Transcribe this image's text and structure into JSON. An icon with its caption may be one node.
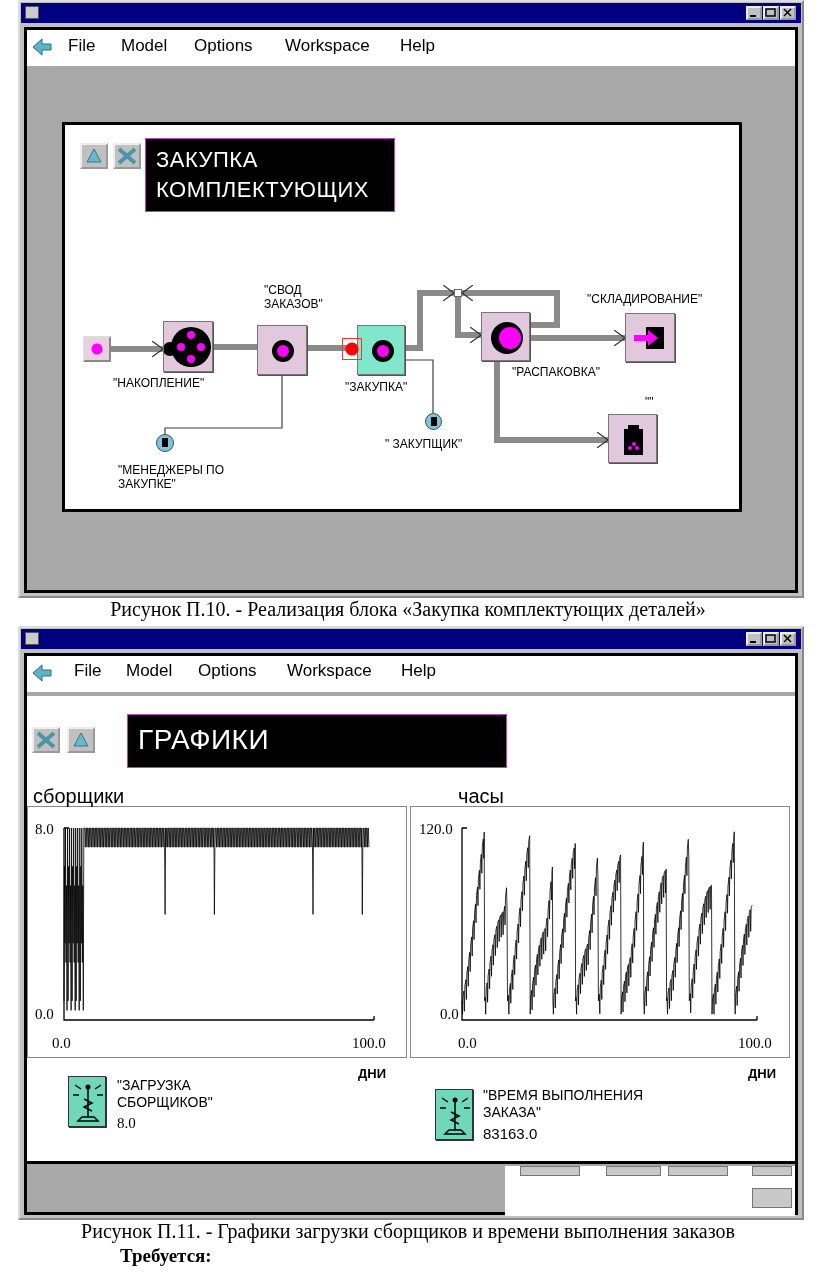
{
  "diagram": {
    "nodes": [
      {
        "text": [
          "ЗАКУПКА КОМПЛЕКТУЮЩИХ"
        ]
      },
      {
        "text": [],
        "shape": "box"
      },
      {
        "text": [
          "\"НАКОПЛЕНИЕ\""
        ]
      },
      {
        "text": [
          "\"СВОД ЗАКАЗОВ\""
        ]
      },
      {
        "text": [
          "\"ЗАКУПКА\""
        ]
      },
      {
        "text": [],
        "shape": "box"
      },
      {
        "text": [
          "\"РАСПАКОВКА\""
        ]
      },
      {
        "text": [
          "\"СКЛАДИРОВАНИЕ\""
        ]
      },
      {
        "text": [
          "\"\""
        ]
      },
      {
        "text": [
          "\"МЕНЕДЖЕРЫ ПО ЗАКУПКЕ\""
        ]
      },
      {
        "text": [
          "\" ЗАКУПЩИК\""
        ]
      },
      {
        "text": [
          "ГРАФИКИ"
        ]
      }
    ],
    "edges": [
      {
        "from": 1,
        "to": 2,
        "arrow": "to"
      },
      {
        "from": 2,
        "to": 3,
        "arrow": "none"
      },
      {
        "from": 3,
        "to": 4,
        "arrow": "none"
      },
      {
        "from": 4,
        "to": 5,
        "arrow": "to"
      },
      {
        "from": 5,
        "to": 6,
        "arrow": "to"
      },
      {
        "from": 6,
        "to": 5,
        "arrow": "to"
      },
      {
        "from": 6,
        "to": 7,
        "arrow": "to"
      },
      {
        "from": 6,
        "to": 8,
        "arrow": "to"
      },
      {
        "from": 3,
        "to": 9,
        "arrow": "none",
        "color": "#404040"
      },
      {
        "from": 4,
        "to": 10,
        "arrow": "none",
        "color": "#404040"
      }
    ],
    "labels": [
      "File",
      "Model",
      "Options",
      "Workspace",
      "Help",
      "Рисунок П.10. - Реализация блока «Закупка комплектующих деталей»",
      "File",
      "Model",
      "Options",
      "Workspace",
      "Help",
      "сборщики",
      "часы",
      "8.0",
      "0.0",
      "0.0",
      "100.0",
      "ДНИ",
      "120.0",
      "0.0",
      "0.0",
      "100.0",
      "ДНИ",
      "\"ЗАГРУЗКА СБОРЩИКОВ\"",
      "8.0",
      "\"ВРЕМЯ ВЫПОЛНЕНИЯ ЗАКАЗА\"",
      "83163.0",
      "Рисунок П.11. - Графики загрузки сборщиков и времени выполнения заказов",
      "Требуется:"
    ]
  }
}
